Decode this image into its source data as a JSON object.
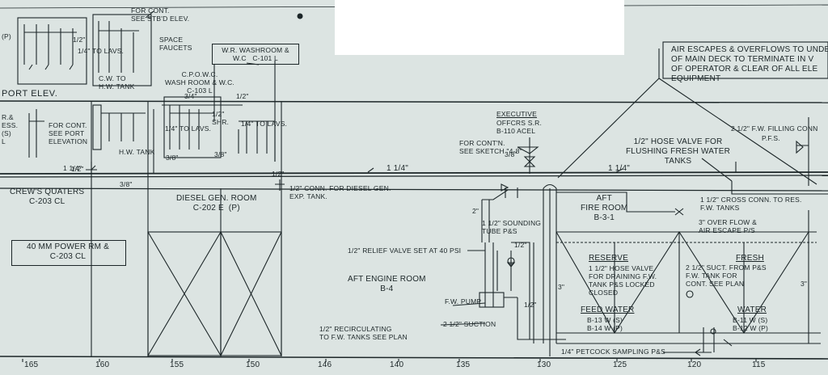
{
  "drawing": {
    "top_notes": {
      "cont_stbd": "FOR CONT.\nSEE STB'D ELEV.",
      "space_faucets": "SPACE\nFAUCETS",
      "to_lavs_top": "1/4\" TO LAVS.",
      "half_top": "1/2\"",
      "cw_to_hw_tank": "C.W. TO\nH.W. TANK",
      "p_frag": "(P)",
      "wr_washroom": "W.R. WASHROOM &\nW.C   C-101 L",
      "air_escapes": "AIR ESCAPES & OVERFLOWS TO UNDE\nOF MAIN DECK TO TERMINATE IN V\nOF OPERATOR & CLEAR OF ALL ELE\nEQUIPMENT"
    },
    "port_elev": {
      "title": "PORT ELEV.",
      "left_frag": "R.&\nESS.\n(S)\nL",
      "cont_port": "FOR CONT.\nSEE PORT\nELEVATION",
      "crow_washroom": "C.P.O.W.C.\nWASH ROOM & W.C.\nC-103 L",
      "three_quarter": "3/4\"",
      "half_upper": "1/2\"",
      "shr": "1/2\"\nSHR.",
      "to_lavs_mid": "1/4\" TO LAVS.",
      "to_lavs_right": "1/4\" TO LAVS.",
      "hw_tank": "H.W. TANK",
      "three_eighths_a": "3/8\"",
      "three_eighths_b": "3/8\"",
      "one_half_a": "1/2\"",
      "one_half_b": "1/2\""
    },
    "executive": {
      "title": "EXECUTIVE",
      "offcrs": "OFFCRS S.R.\nB-110 ACEL",
      "see_sketch": "FOR CONT'N.\nSEE SKETCH \"4-8\"",
      "three_eighths": "3/8\""
    },
    "fill_conn": {
      "label": "2 1/2\" F.W. FILLING CONN",
      "pfs": "P.F.S."
    },
    "flushing": "1/2\" HOSE VALVE FOR\nFLUSHING FRESH WATER\nTANKS",
    "mains": {
      "one_quarter_a": "1 1/4\"",
      "one_quarter_b": "1 1/4\"",
      "one_quarter_c": "1 1/4\"",
      "three_eighths": "3/8\""
    },
    "rooms": {
      "crews_quarters": "CREW'S QUATERS\nC-203 CL",
      "diesel_gen": "DIESEL GEN. ROOM\nC-202 E  (P)",
      "power_rm": "40 MM POWER RM &\nC-203 CL",
      "aft_fire_room": "AFT\nFIRE ROOM\nB-3-1",
      "aft_engine_room": "AFT ENGINE ROOM\nB-4"
    },
    "labels": {
      "conn_diesel": "1/2\" CONN. FOR DIESEL GEN.\nEXP. TANK.",
      "two_inch": "2\"",
      "sounding_tube": "1 1/2\" SOUNDING\nTUBE P&S",
      "relief_valve": "1/2\" RELIEF VALVE SET AT 40 PSI",
      "half_inch_a": "1/2\"",
      "fw_pump": "F.W. PUMP",
      "suction": "2 1/2\"  SUCTION",
      "recirc": "1/2\" RECIRCULATING\nTO F.W. TANKS SEE PLAN",
      "three_inch_a": "3\"",
      "three_inch_b": "3\"",
      "cross_conn": "1 1/2\" CROSS CONN. TO RES.\nF.W. TANKS",
      "overflow": "3\" OVER FLOW &\nAIR ESCAPE P/S",
      "petcock": "1/4\" PETCOCK SAMPLING P&S",
      "half_inch_b": "1/2\""
    },
    "tanks": {
      "reserve": "RESERVE",
      "reserve_note": "1 1/2\" HOSE VALVE\nFOR DRAINING F.W.\nTANK P&S LOCKED\nCLOSED",
      "fresh": "FRESH",
      "fresh_note": "2 1/2\" SUCT. FROM P&S\nF.W. TANK FOR\nCONT. SEE PLAN",
      "feed_water": "FEED WATER",
      "feed_water_tanks": "B-13 W (S)\nB-14 W (P)",
      "water": "WATER",
      "water_tanks": "B-11 W (S)\nB-12 W (P)"
    },
    "frame_numbers": [
      "165",
      "160",
      "155",
      "150",
      "146",
      "140",
      "135",
      "130",
      "125",
      "120",
      "115"
    ]
  }
}
